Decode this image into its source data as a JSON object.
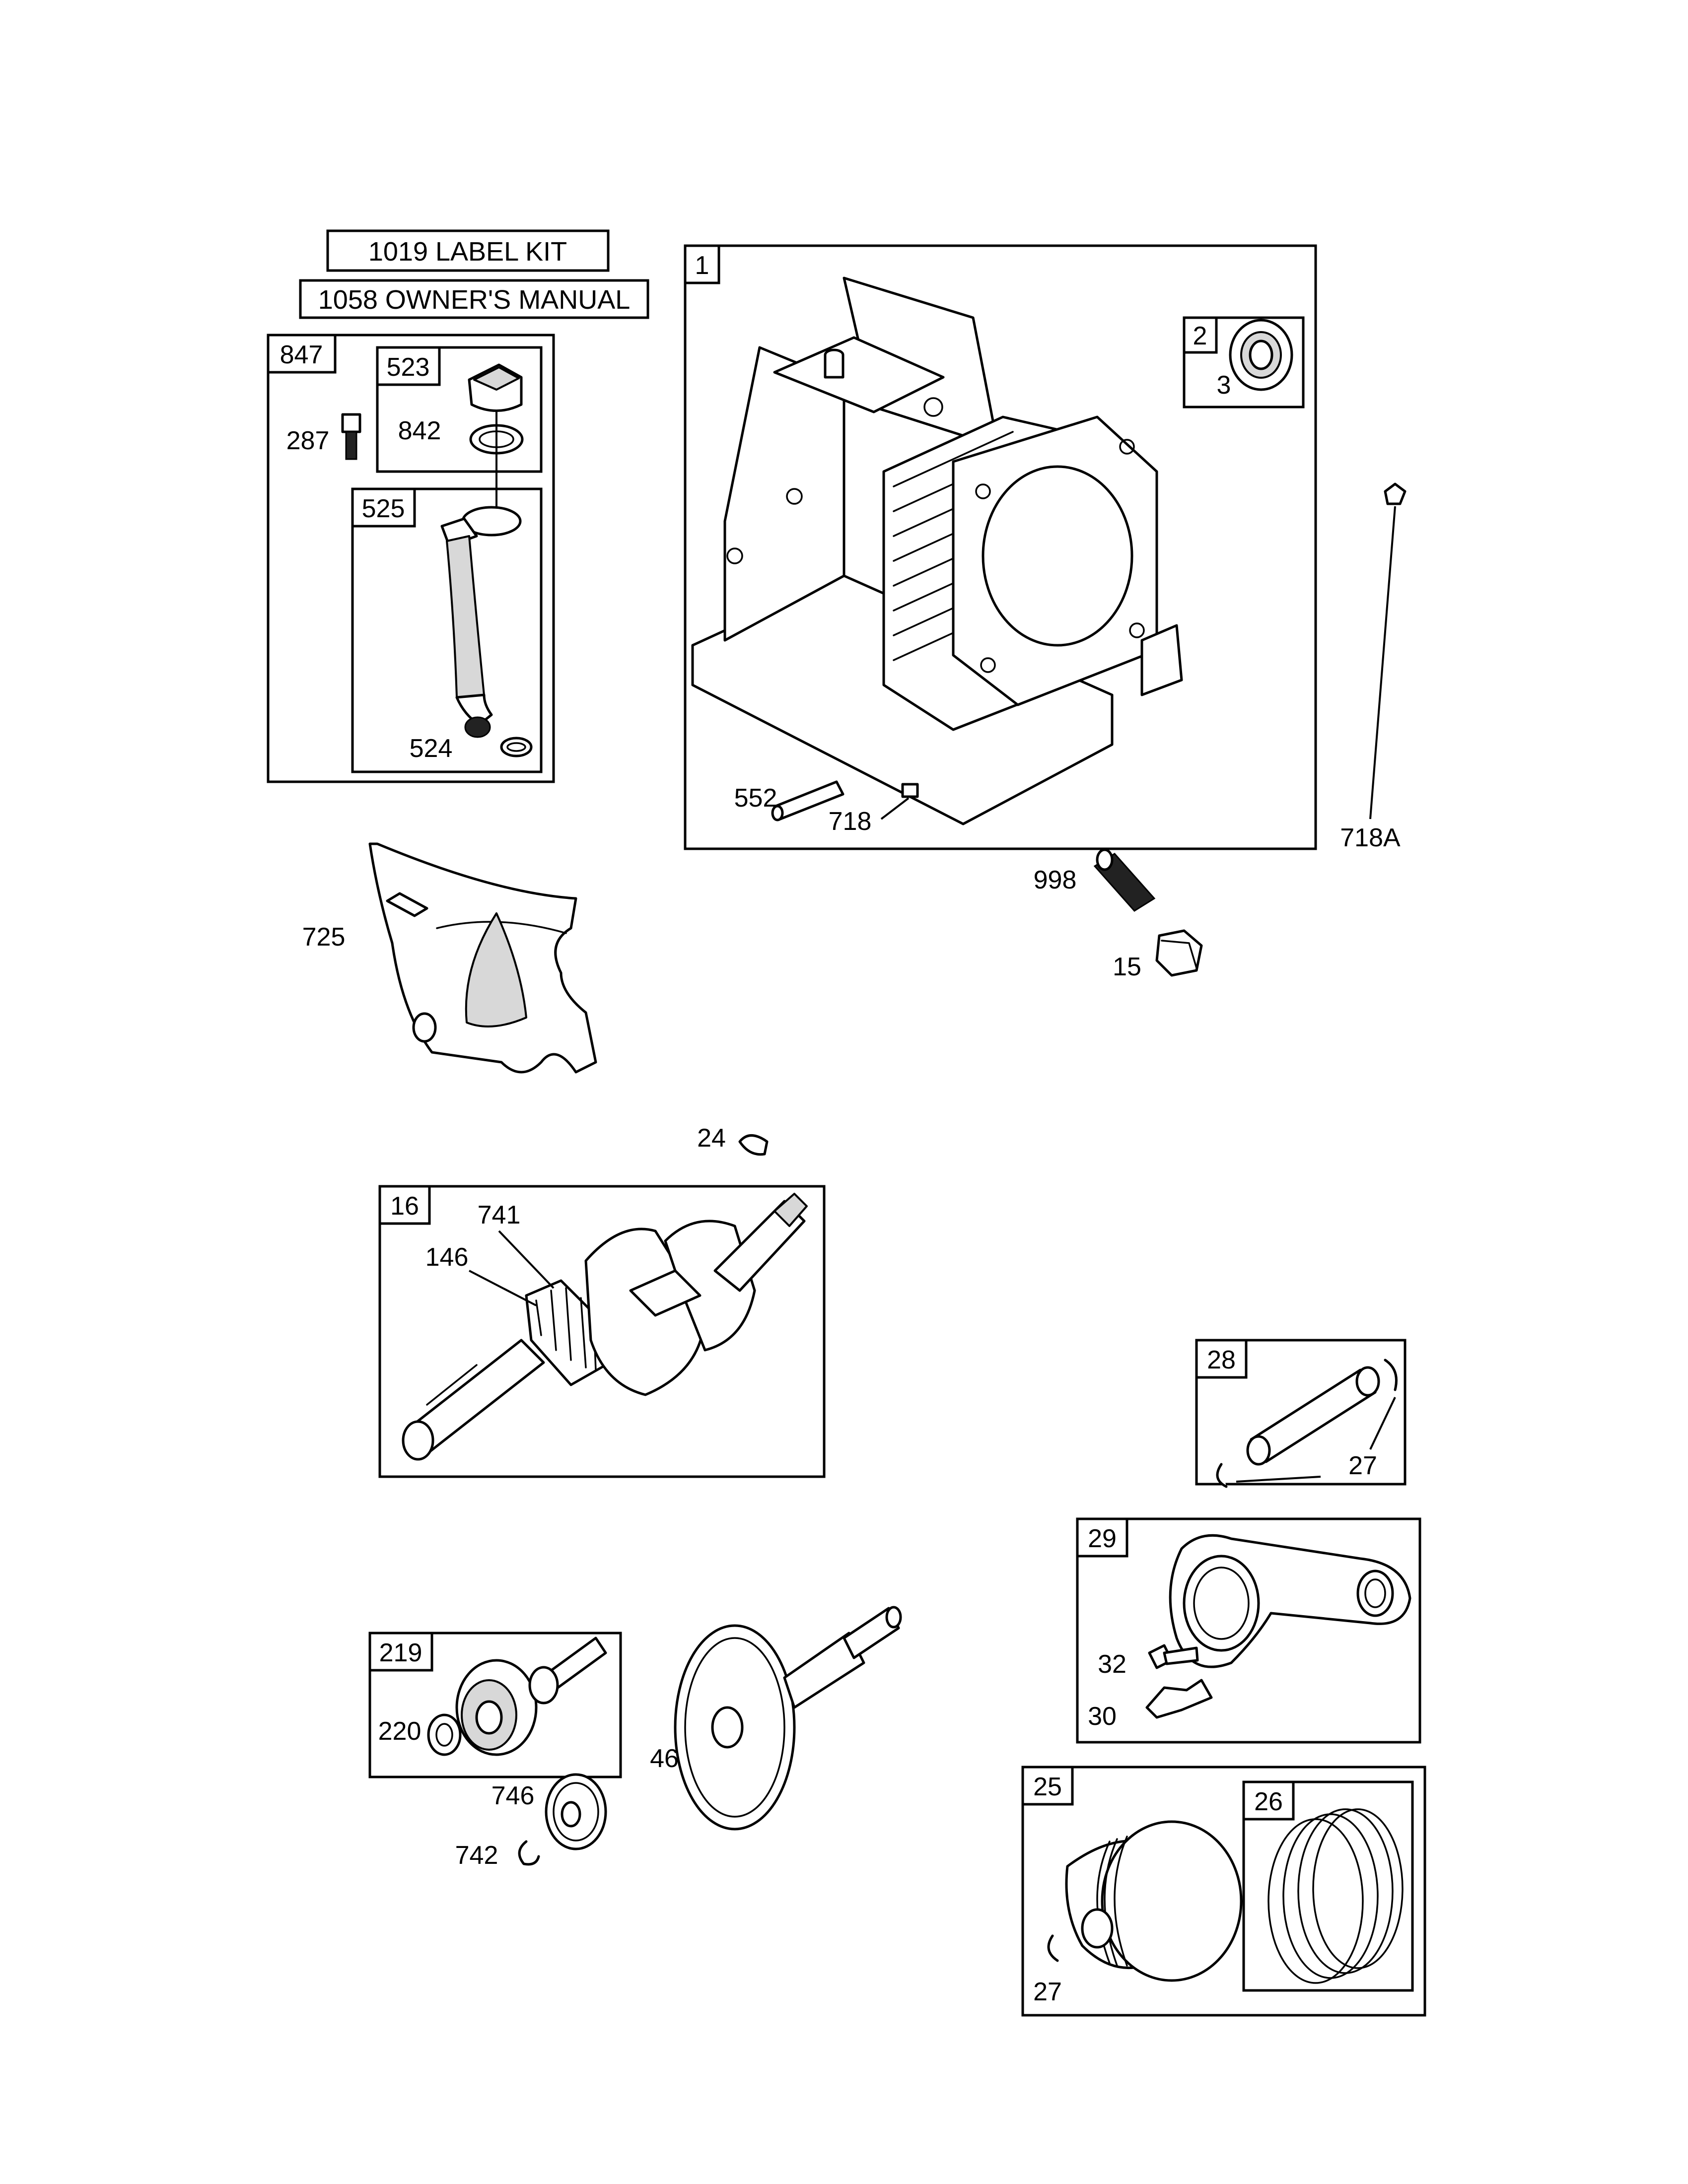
{
  "kits": {
    "label_kit": "1019 LABEL KIT",
    "owners_manual": "1058 OWNER'S MANUAL"
  },
  "callouts": {
    "c1": "1",
    "c2": "2",
    "c3": "3",
    "c552": "552",
    "c718": "718",
    "c718a": "718A",
    "c998": "998",
    "c15": "15",
    "c847": "847",
    "c523": "523",
    "c842": "842",
    "c287": "287",
    "c525": "525",
    "c524": "524",
    "c725": "725",
    "c24": "24",
    "c16": "16",
    "c741": "741",
    "c146": "146",
    "c28": "28",
    "c27a": "27",
    "c29": "29",
    "c32": "32",
    "c30": "30",
    "c219": "219",
    "c220": "220",
    "c46": "46",
    "c746": "746",
    "c742": "742",
    "c25": "25",
    "c26": "26",
    "c27b": "27"
  }
}
